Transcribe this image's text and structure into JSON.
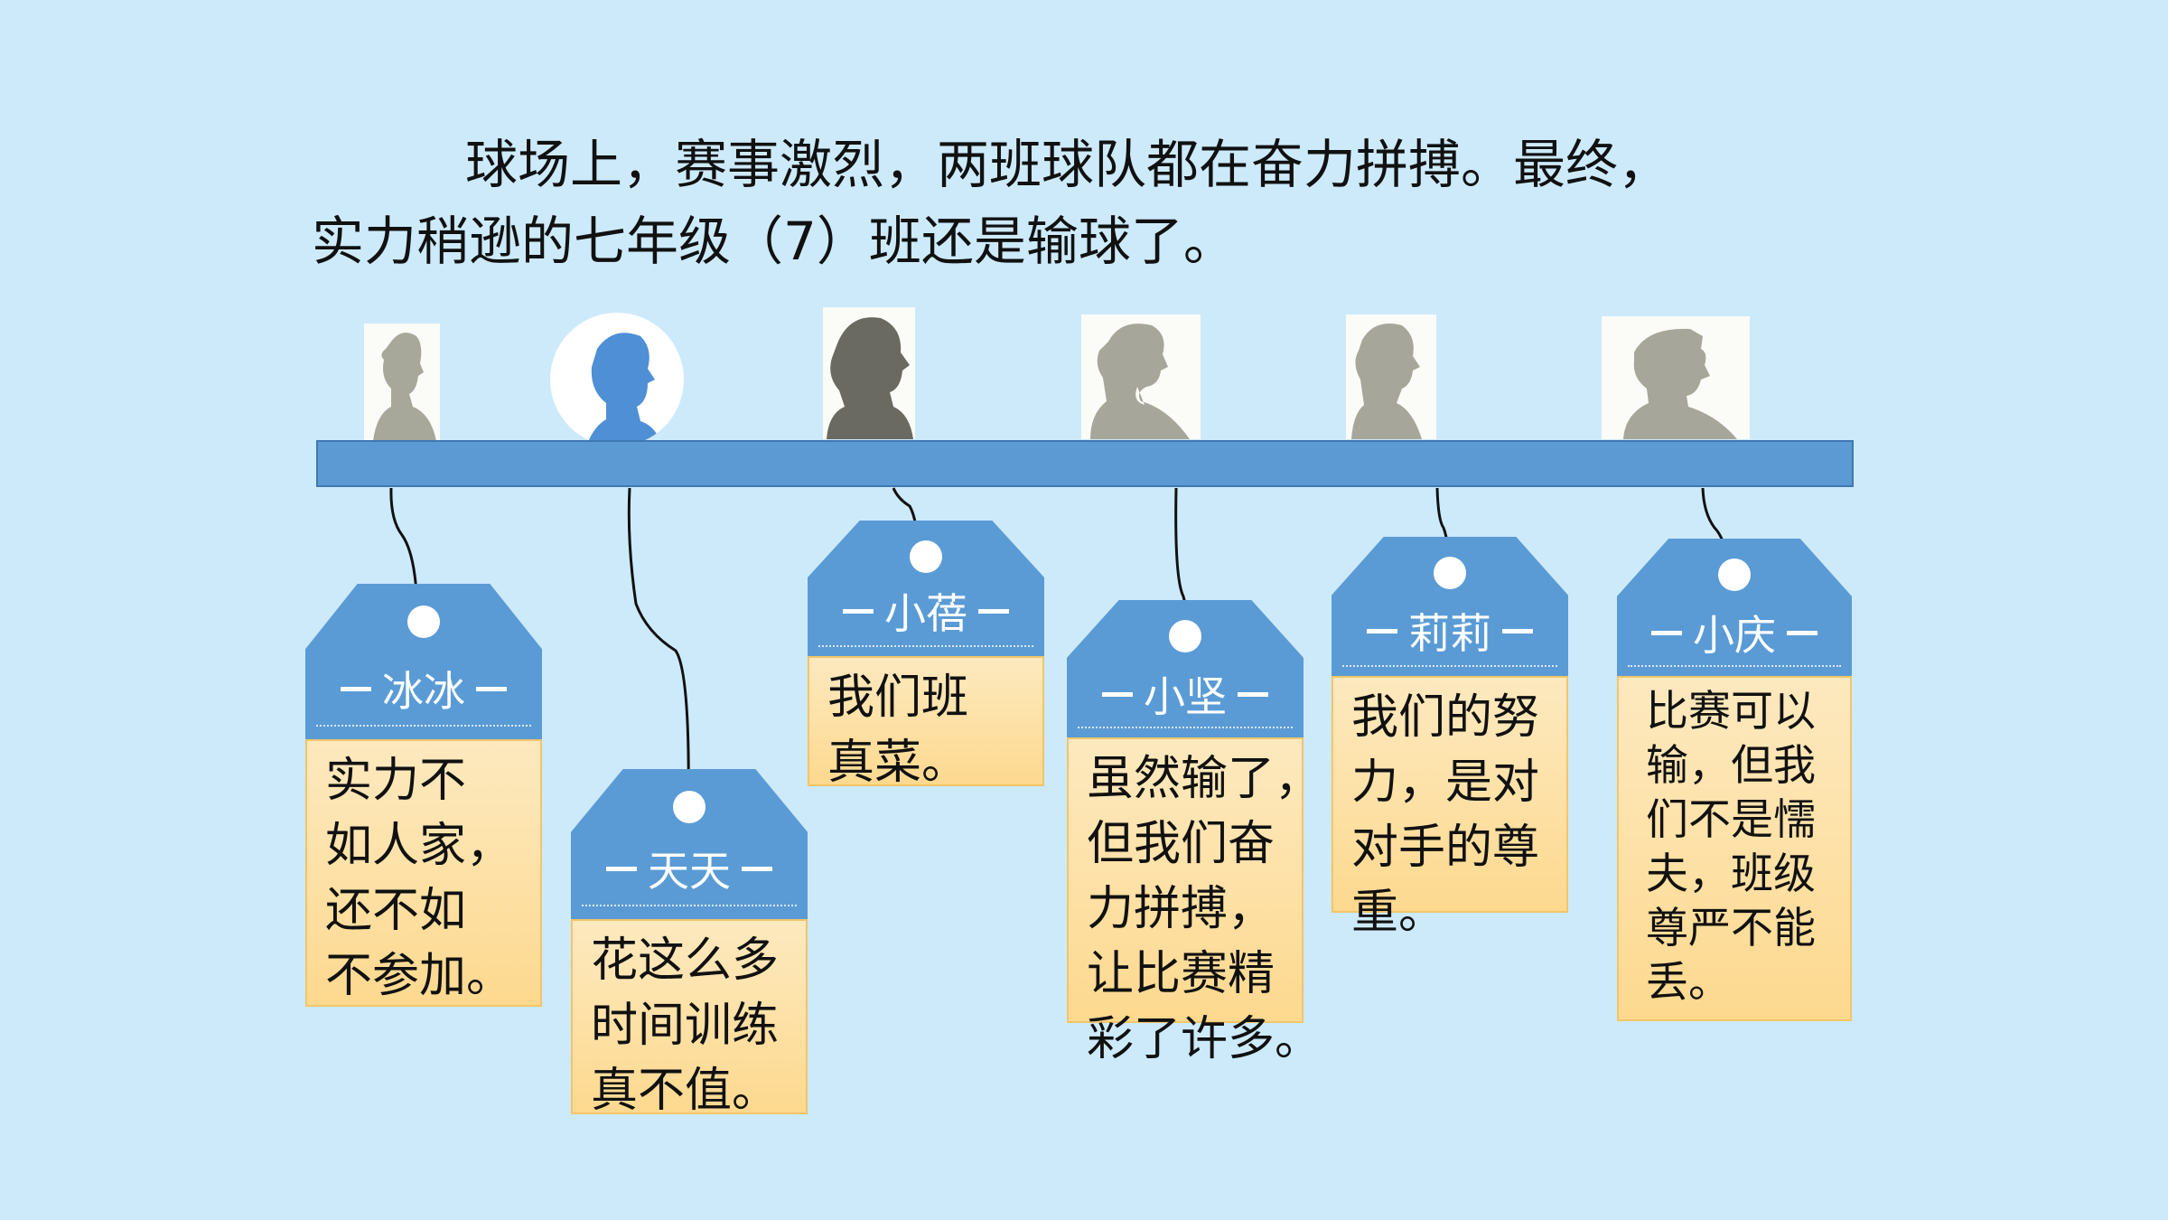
{
  "intro": {
    "line1": "球场上，赛事激烈，两班球队都在奋力拼搏。最终，",
    "line2": "实力稍逊的七年级（7）班还是输球了。"
  },
  "tags": [
    {
      "name": "冰冰",
      "text": "实力不\n如人家，\n还不如\n不参加。"
    },
    {
      "name": "天天",
      "text": "花这么多\n时间训练\n真不值。"
    },
    {
      "name": "小蓓",
      "text": "我们班\n真菜。"
    },
    {
      "name": "小坚",
      "text": "虽然输了，\n但我们奋\n力拼搏，\n让比赛精\n彩了许多。"
    },
    {
      "name": "莉莉",
      "text": "我们的努\n力，是对\n对手的尊\n重。"
    },
    {
      "name": "小庆",
      "text": "比赛可以\n输，但我\n们不是懦\n夫，班级\n尊严不能\n丢。"
    }
  ],
  "colors": {
    "background": "#cdeafb",
    "bar": "#5b9ad3",
    "tag_head": "#5a9bd5",
    "tag_body": "#fde3a6",
    "highlight_silhouette": "#4f8fd6"
  },
  "icons": [
    "person-silhouette-icon"
  ]
}
